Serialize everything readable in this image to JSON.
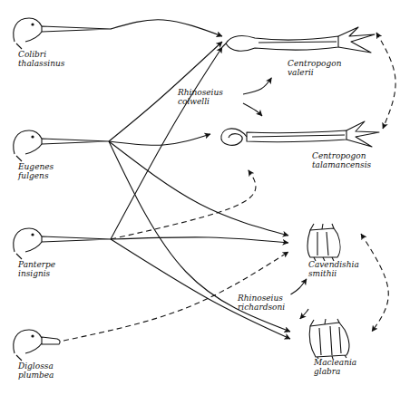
{
  "diagram": {
    "nodes": [
      {
        "text": [
          "Colibri thalassinus"
        ]
      },
      {
        "text": [
          "Eugenes fulgens"
        ]
      },
      {
        "text": [
          "Panterpe insignis"
        ]
      },
      {
        "text": [
          "Diglossa plumbea"
        ]
      },
      {
        "text": [
          "Centropogon valerii"
        ]
      },
      {
        "text": [
          "Rhinoseius colwelli"
        ]
      },
      {
        "text": [
          "Centropogon talamancensis"
        ]
      },
      {
        "text": [
          "Cavendishia smithii"
        ]
      },
      {
        "text": [
          "Rhinoseius richardsoni"
        ]
      },
      {
        "text": [
          "Macleania glabra"
        ]
      }
    ],
    "edges": [
      {
        "from": 0,
        "to": 4,
        "arrow": "to"
      },
      {
        "from": 1,
        "to": 4,
        "arrow": "to"
      },
      {
        "from": 1,
        "to": 6,
        "arrow": "to"
      },
      {
        "from": 1,
        "to": 7,
        "arrow": "to"
      },
      {
        "from": 1,
        "to": 9,
        "arrow": "to"
      },
      {
        "from": 2,
        "to": 4,
        "arrow": "to"
      },
      {
        "from": 2,
        "to": 6,
        "arrow": "to"
      },
      {
        "from": 2,
        "to": 7,
        "arrow": "to"
      },
      {
        "from": 2,
        "to": 9,
        "arrow": "to"
      },
      {
        "from": 3,
        "to": 7,
        "arrow": "to"
      },
      {
        "from": 5,
        "to": 4,
        "arrow": "to"
      },
      {
        "from": 5,
        "to": 6,
        "arrow": "to"
      },
      {
        "from": 4,
        "to": 6,
        "arrow": "both"
      },
      {
        "from": 8,
        "to": 7,
        "arrow": "to"
      },
      {
        "from": 8,
        "to": 9,
        "arrow": "to"
      },
      {
        "from": 7,
        "to": 9,
        "arrow": "both"
      }
    ]
  }
}
